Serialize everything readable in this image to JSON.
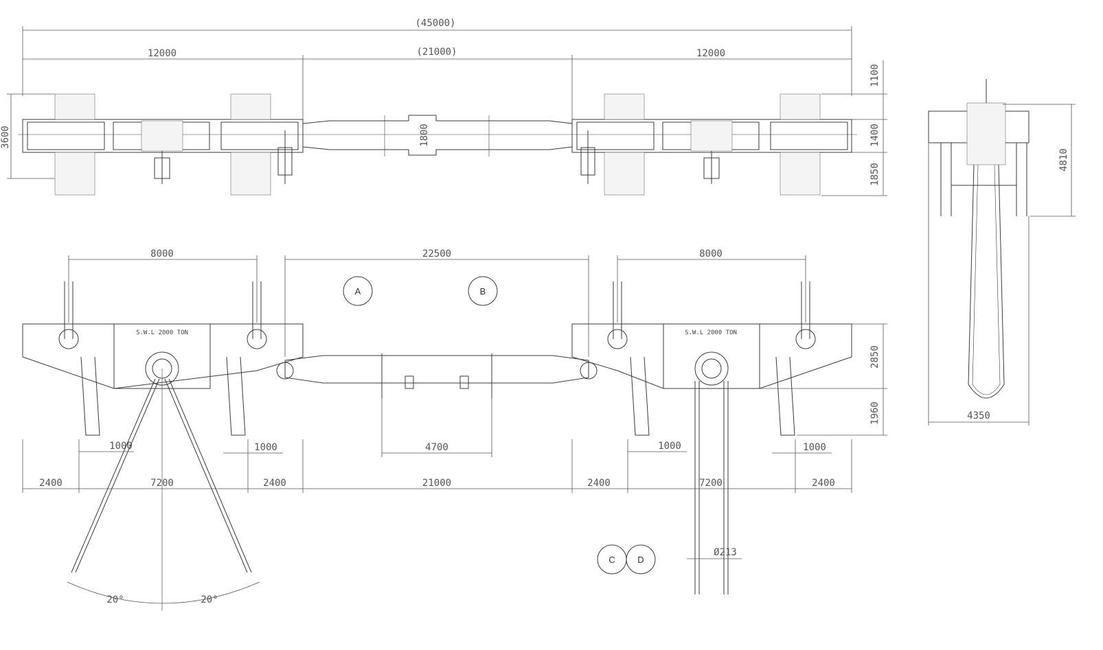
{
  "dimensions": {
    "top_overall": "(45000)",
    "top_left": "12000",
    "top_mid": "(21000)",
    "top_right": "12000",
    "top_height": "3600",
    "top_mid_height": "1800",
    "top_r1": "1100",
    "top_r2": "1400",
    "top_r3": "1850",
    "side_height": "4810",
    "side_width": "4350",
    "front_left_span": "8000",
    "front_mid_span": "22500",
    "front_right_span": "8000",
    "front_h1": "2850",
    "front_h2": "1960",
    "leg_1": "1000",
    "leg_2": "1000",
    "leg_3": "1000",
    "leg_4": "1000",
    "beam_pin": "4700",
    "bottom_1": "2400",
    "bottom_2": "7200",
    "bottom_3": "2400",
    "bottom_4": "21000",
    "bottom_5": "2400",
    "bottom_6": "7200",
    "bottom_7": "2400",
    "angle_left": "20°",
    "angle_right": "20°",
    "diameter": "Ø213"
  },
  "labels": {
    "swl_left": "S.W.L 2000 TON",
    "swl_right": "S.W.L 2000 TON"
  },
  "callouts": {
    "a": "A",
    "b": "B",
    "c": "C",
    "d": "D"
  }
}
